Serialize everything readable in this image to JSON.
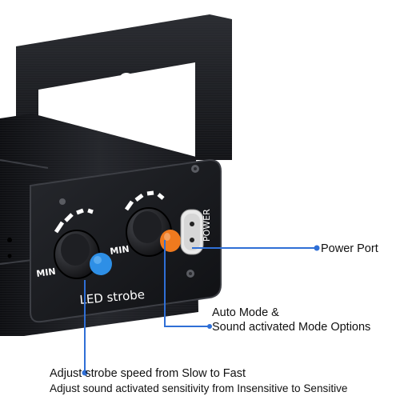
{
  "device_labels": {
    "min_left": "MIN",
    "min_right": "MIN",
    "led_strobe": "LED strobe",
    "power": "POWER"
  },
  "callouts": {
    "power_port": "Power Port",
    "auto_mode_line1": "Auto Mode &",
    "auto_mode_line2": "Sound activated Mode Options",
    "strobe_line1": "Adjust strobe speed from Slow to Fast",
    "strobe_line2": "Adjust sound activated sensitivity from Insensitive to Sensitive"
  },
  "colors": {
    "callout_line": "#2f6fd6",
    "blue_knob": "#2e8fe6",
    "orange_knob": "#ef7a1e",
    "housing": "#1b1d21"
  }
}
